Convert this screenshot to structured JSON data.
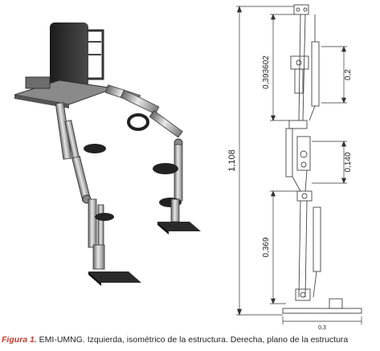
{
  "figure": {
    "dimensions": {
      "total_height": "1,108",
      "upper_segment": "0,393602",
      "top_right": "0,2",
      "middle_right": "0,140",
      "lower_segment": "0,369",
      "base_width": "0,3"
    },
    "caption": {
      "label": "Figura 1.",
      "text": " EMI-UMNG. Izquierda, isométrico de la estructura. Derecha, plano de la estructura"
    }
  }
}
